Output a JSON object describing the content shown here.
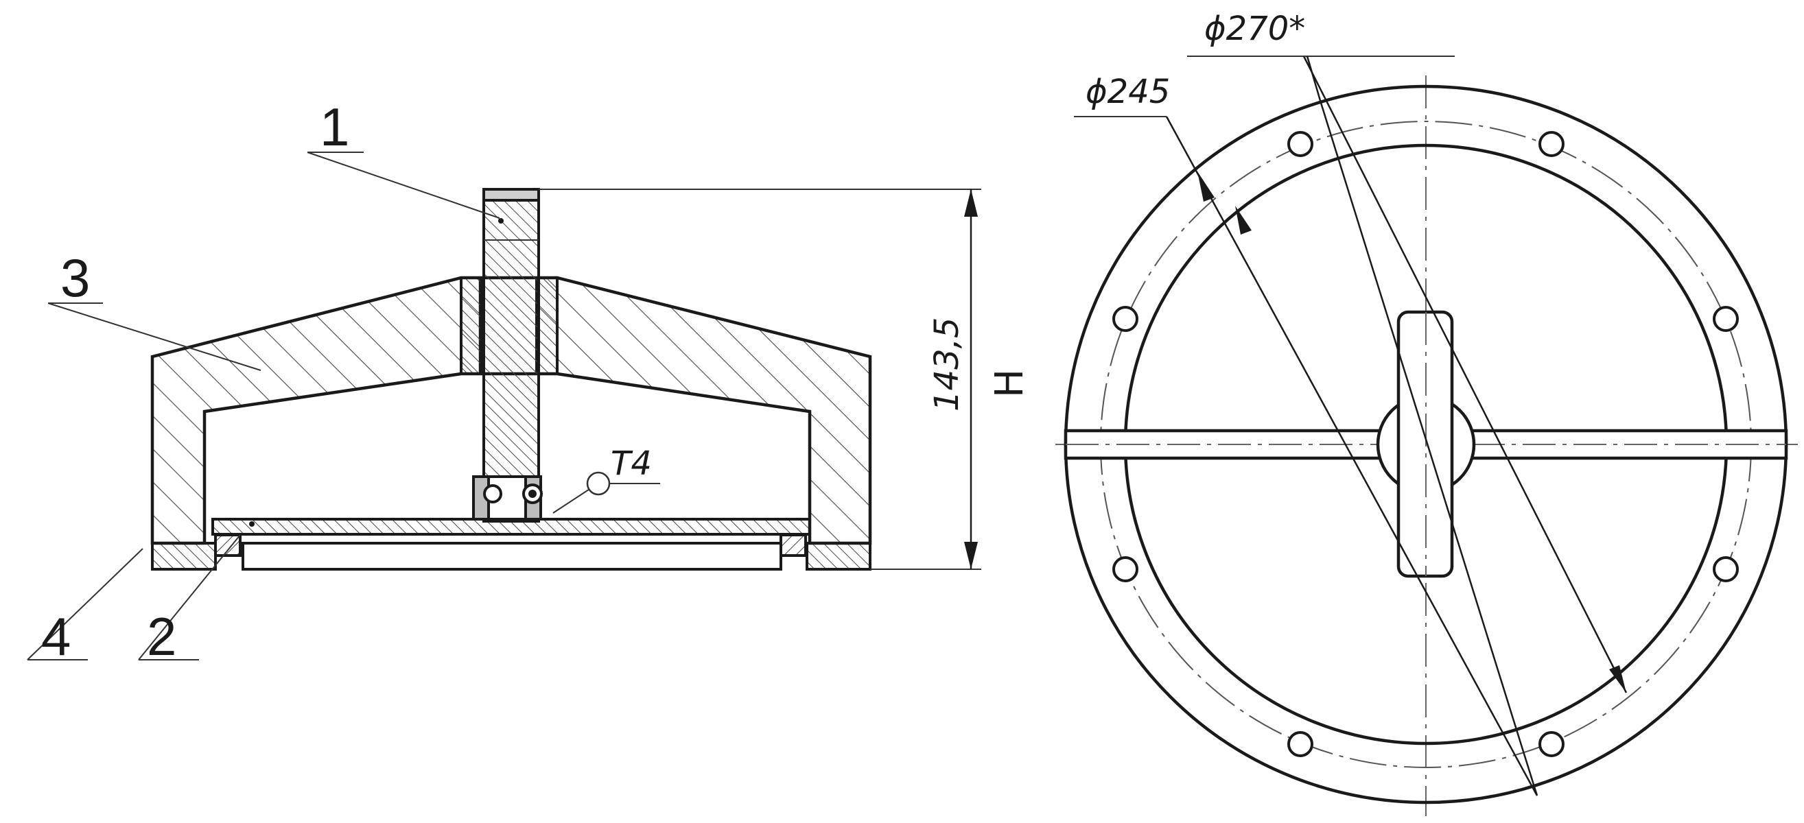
{
  "section_view": {
    "part_labels": {
      "part_1": "1",
      "part_2": "2",
      "part_3": "3",
      "part_4": "4"
    },
    "annotation_t4": "T4",
    "height_dimension": "143,5",
    "height_letter": "H"
  },
  "plan_view": {
    "outer_diameter": "ϕ270*",
    "bolt_circle_diameter": "ϕ245",
    "bolt_hole_count": 8
  },
  "colors": {
    "line": "#1a1a1a",
    "hatch": "#444444",
    "background": "#ffffff"
  }
}
